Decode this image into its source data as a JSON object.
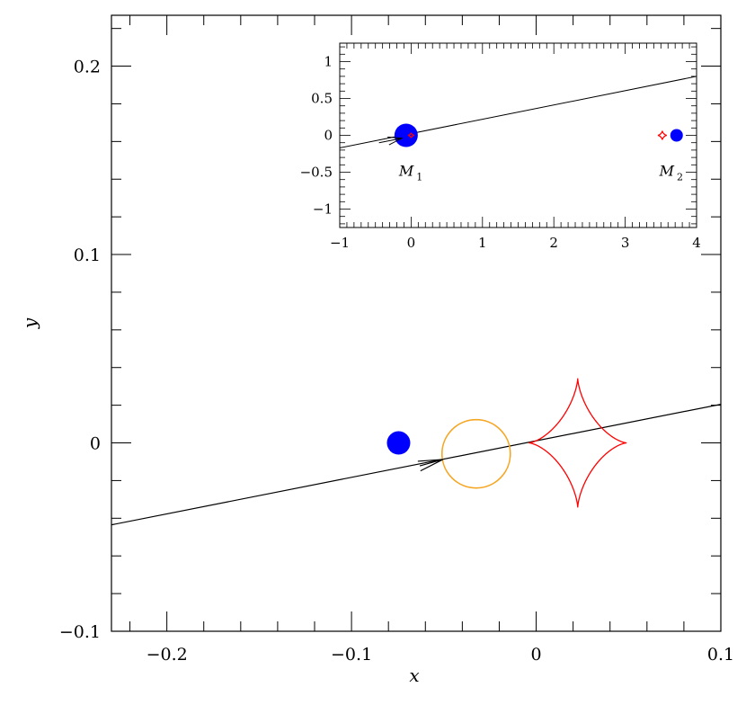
{
  "chart_data": [
    {
      "type": "line",
      "role": "main",
      "xlabel": "x",
      "ylabel": "y",
      "xlim": [
        -0.23,
        0.1
      ],
      "ylim": [
        -0.1,
        0.227
      ],
      "x_ticks": [
        -0.2,
        -0.1,
        0,
        0.1
      ],
      "x_tick_labels": [
        "−0.2",
        "−0.1",
        "0",
        "0.1"
      ],
      "y_ticks": [
        -0.1,
        0,
        0.1,
        0.2
      ],
      "y_tick_labels": [
        "−0.1",
        "0",
        "0.1",
        "0.2"
      ],
      "grid": false,
      "trajectory": {
        "x": [
          -0.23,
          0.1
        ],
        "y": [
          -0.0435,
          0.0205
        ],
        "color": "#000000"
      },
      "source_disk": {
        "center": [
          -0.0325,
          -0.0058
        ],
        "radius": 0.0185,
        "color": "#f5a623"
      },
      "caustic": {
        "center": [
          0.0225,
          0.0
        ],
        "half_width": 0.0265,
        "half_height": 0.0343,
        "cusp_power": 3,
        "color": "#ff0000"
      },
      "lens_point": {
        "x": -0.0745,
        "y": 0.0,
        "color": "#0000ff"
      },
      "arrow": {
        "tail": [
          -0.063,
          -0.0122
        ],
        "head": [
          -0.0505,
          -0.0088
        ]
      }
    },
    {
      "type": "line",
      "role": "inset",
      "xlim": [
        -1,
        4
      ],
      "ylim": [
        -1.25,
        1.25
      ],
      "x_ticks": [
        -1,
        0,
        1,
        2,
        3,
        4
      ],
      "x_tick_labels": [
        "−1",
        "0",
        "1",
        "2",
        "3",
        "4"
      ],
      "y_ticks": [
        -1,
        -0.5,
        0,
        0.5,
        1
      ],
      "y_tick_labels": [
        "−1",
        "−0.5",
        "0",
        "0.5",
        "1"
      ],
      "trajectory": {
        "x": [
          -1,
          4
        ],
        "y": [
          -0.17,
          0.8
        ],
        "color": "#000000"
      },
      "masses": [
        {
          "label": "M",
          "sub": "1",
          "x": -0.07,
          "y": 0.0,
          "color": "#0000ff",
          "label_pos": [
            -0.07,
            -0.55
          ]
        },
        {
          "label": "M",
          "sub": "2",
          "x": 3.72,
          "y": 0.0,
          "color": "#0000ff",
          "label_pos": [
            3.58,
            -0.55
          ]
        }
      ],
      "caustics": [
        {
          "center": [
            0.0,
            0.0
          ],
          "color": "#ff0000"
        },
        {
          "center": [
            3.52,
            0.0
          ],
          "color": "#ff0000"
        }
      ],
      "arrow": {
        "tail": [
          -0.45,
          -0.1
        ],
        "head": [
          -0.13,
          -0.04
        ]
      }
    }
  ]
}
